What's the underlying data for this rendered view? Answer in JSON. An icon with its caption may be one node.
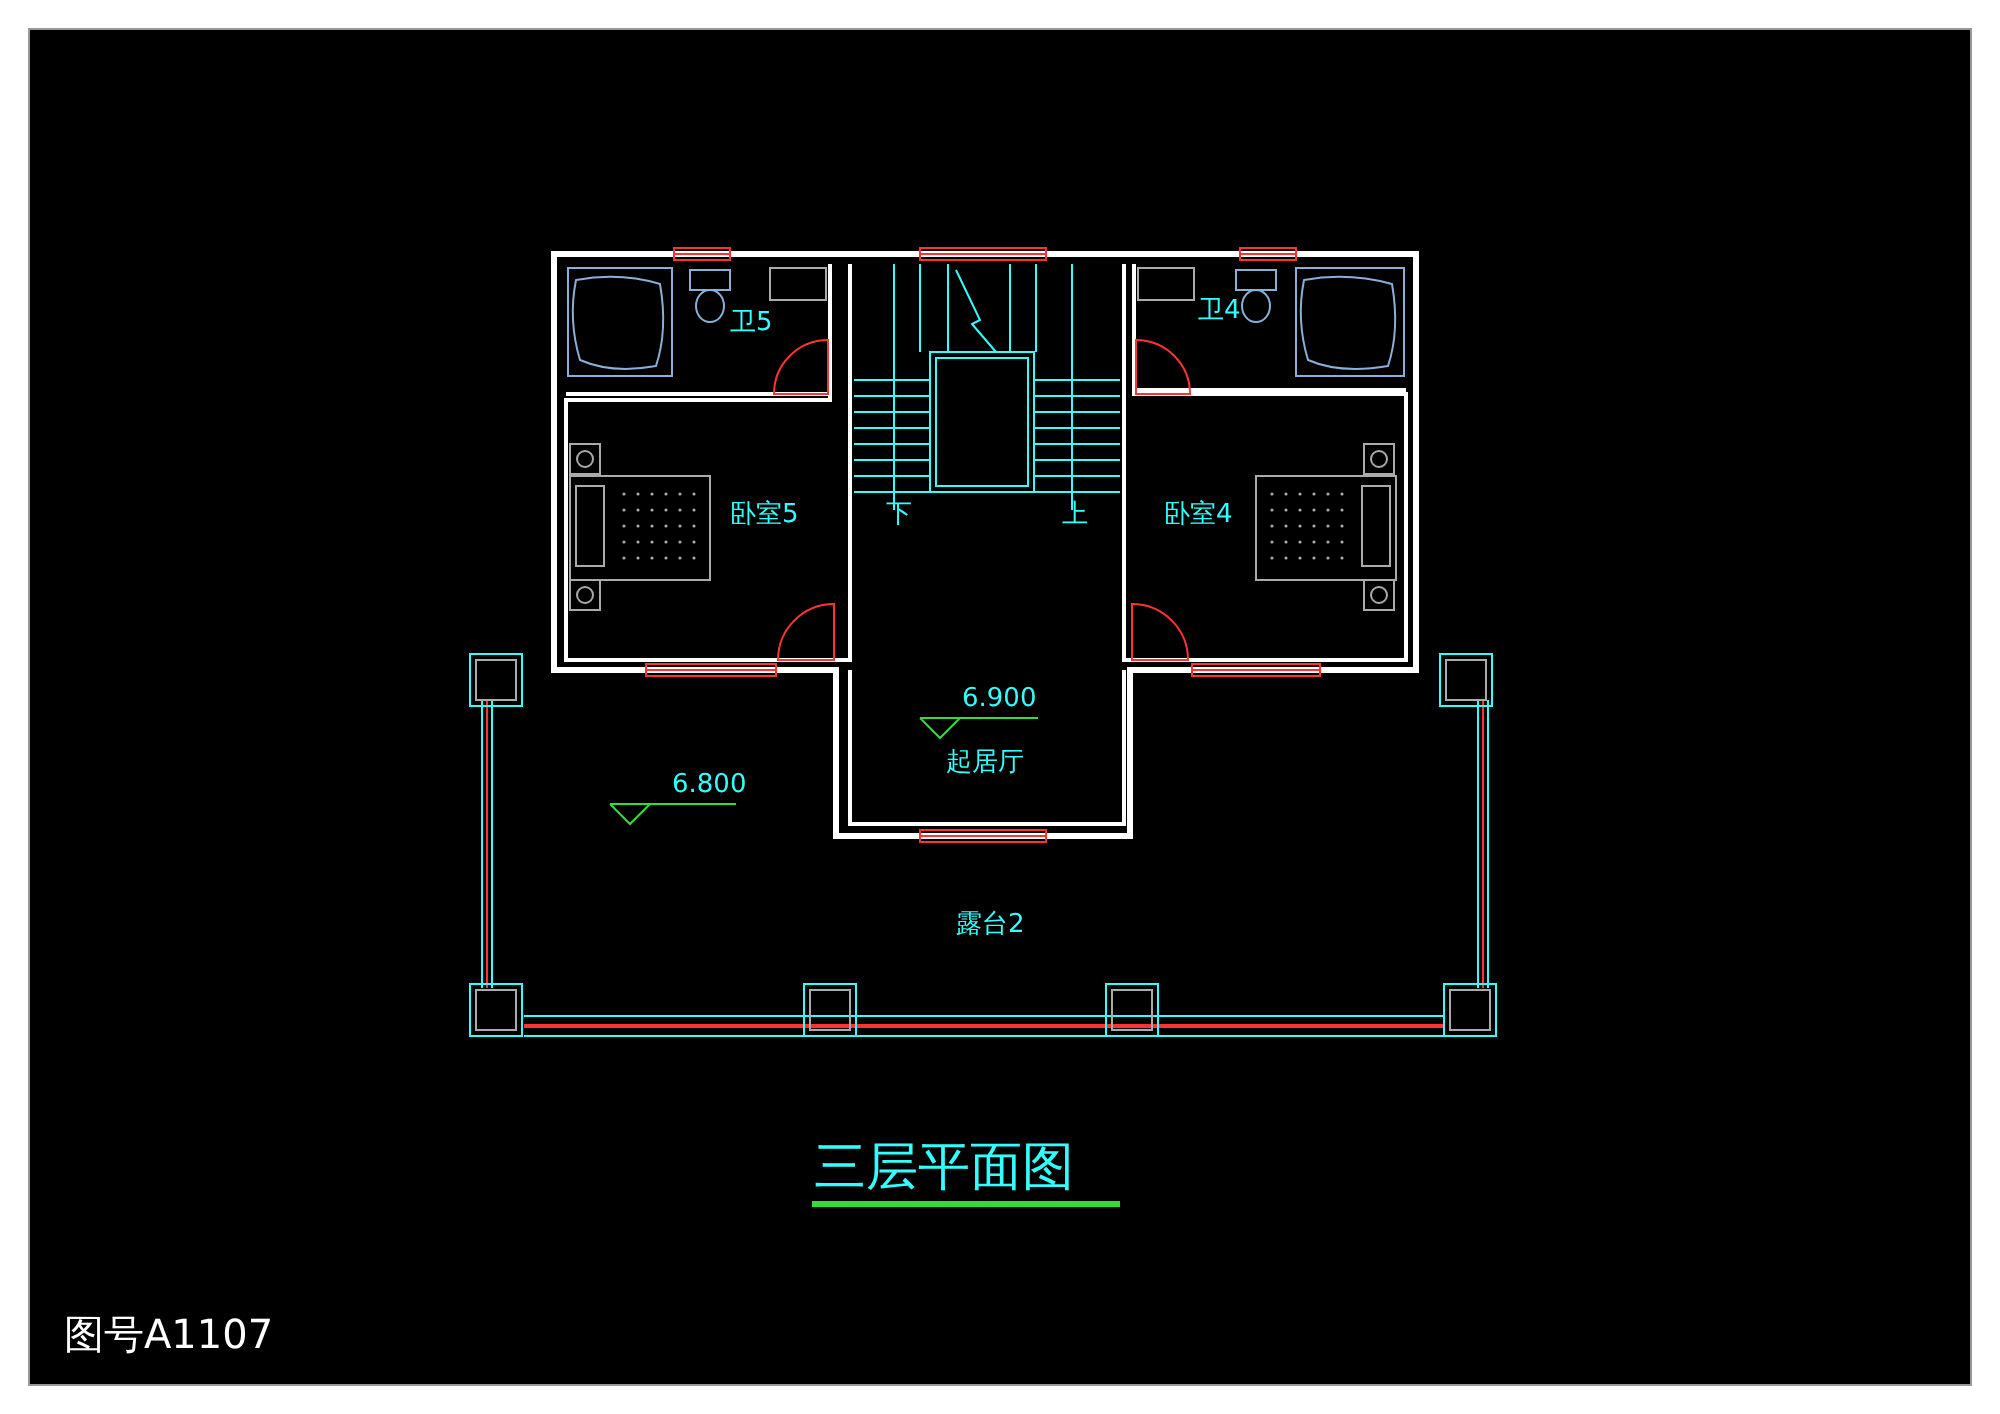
{
  "diagram": {
    "title": "三层平面图",
    "nodes": [
      {
        "text": [
          "卫5"
        ]
      },
      {
        "text": [
          "卧室5"
        ]
      },
      {
        "text": [
          "下",
          "上"
        ]
      },
      {
        "text": [
          "卫4"
        ]
      },
      {
        "text": [
          "卧室4"
        ]
      },
      {
        "text": [
          "起居厅"
        ]
      },
      {
        "text": [
          "露台2"
        ]
      }
    ],
    "edges": [],
    "labels": [
      "6.900",
      "6.800",
      "图号A1107"
    ]
  }
}
